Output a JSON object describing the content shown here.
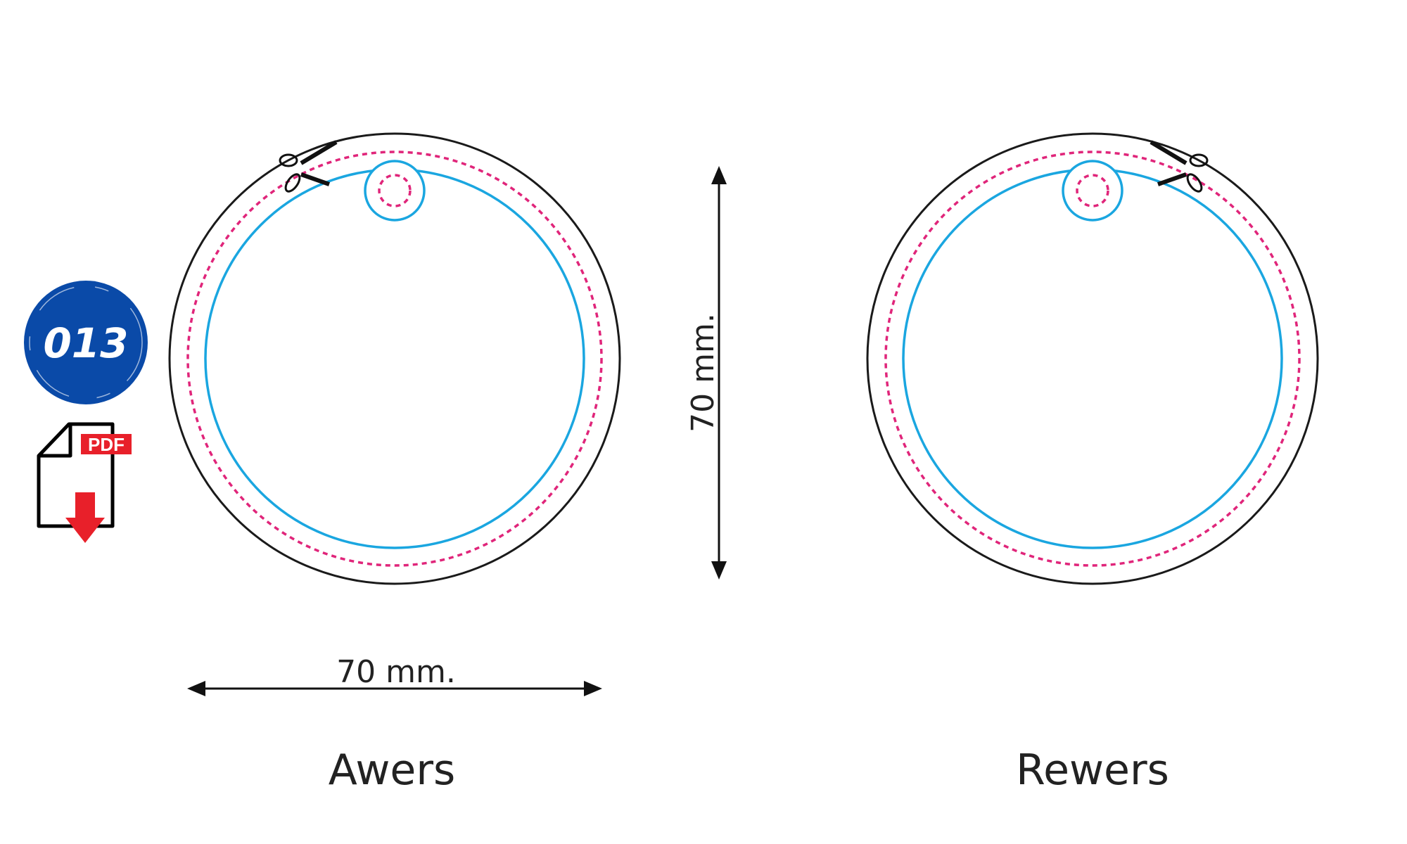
{
  "badge": {
    "number": "013",
    "color": "#0a4aa8"
  },
  "pdf_icon": {
    "label": "PDF",
    "color": "#e8202a"
  },
  "dimensions": {
    "width_label": "70 mm.",
    "height_label": "70 mm."
  },
  "sides": {
    "front_label": "Awers",
    "back_label": "Rewers"
  },
  "colors": {
    "cut_line": "#1a1a1a",
    "bleed_line": "#e0257a",
    "safe_line": "#1aa6e0"
  }
}
